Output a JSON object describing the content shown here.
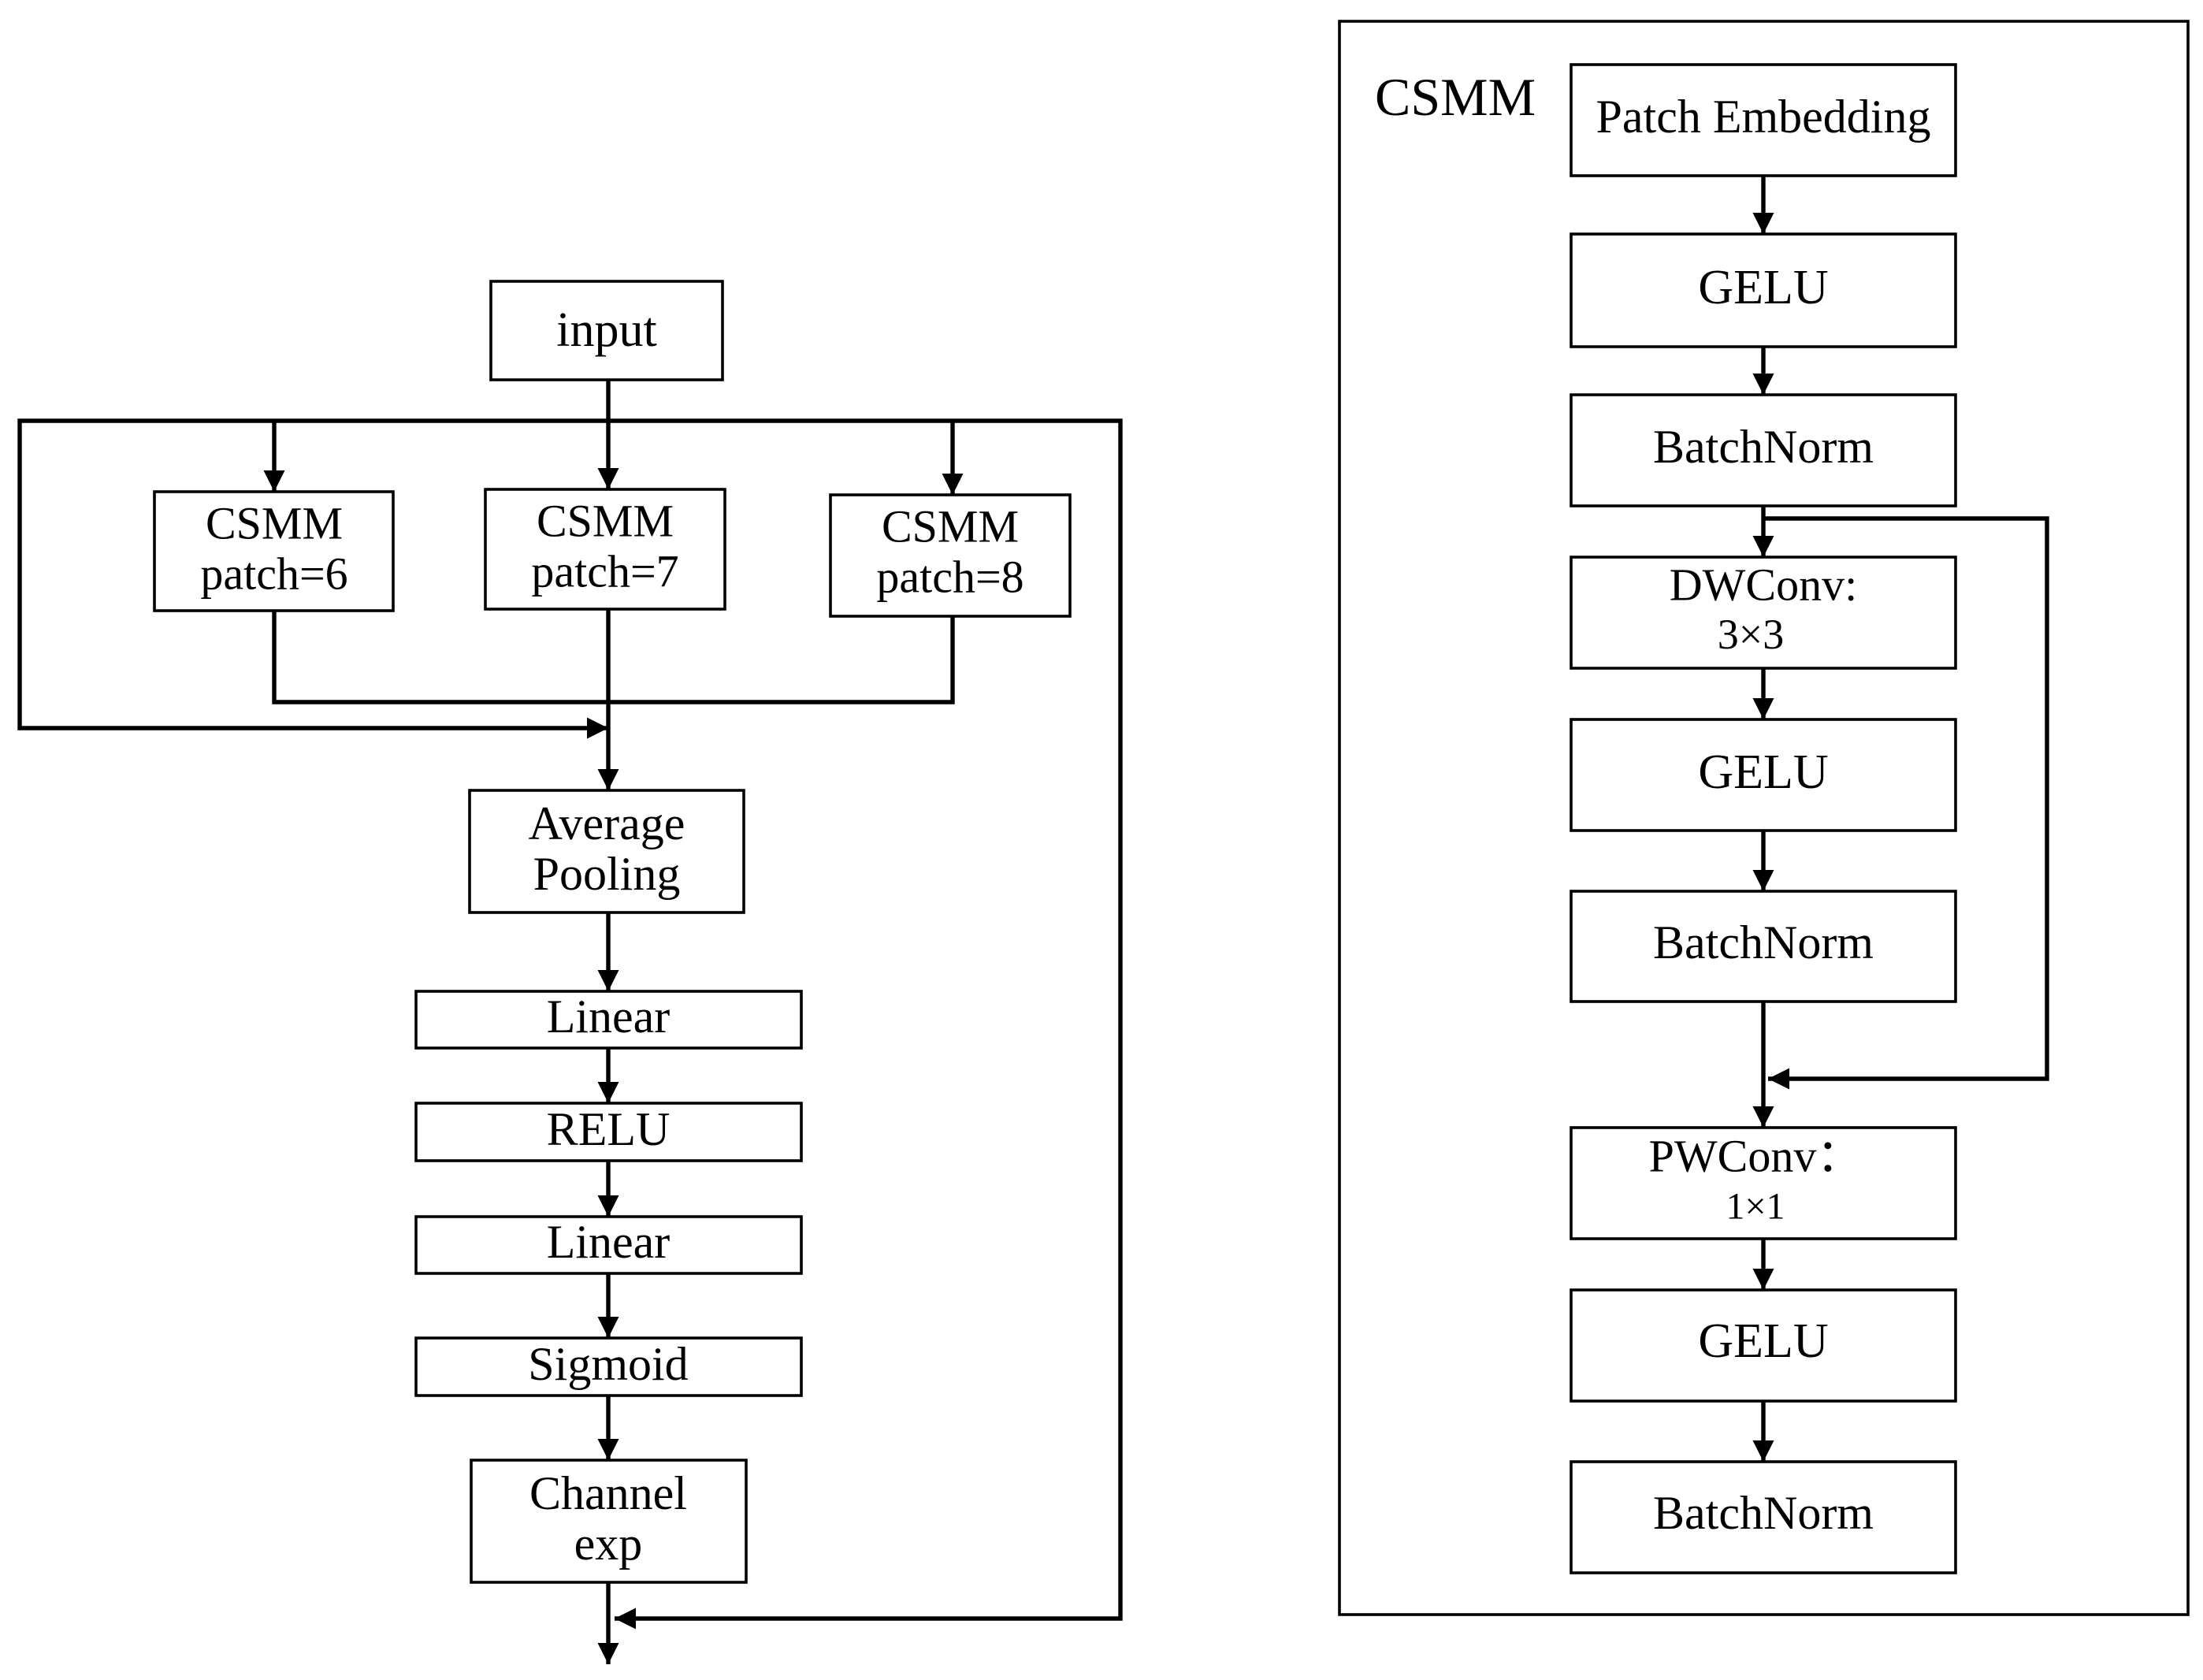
{
  "left_diagram": {
    "input": "input",
    "csmm_1": {
      "line1": "CSMM",
      "line2": "patch=6"
    },
    "csmm_2": {
      "line1": "CSMM",
      "line2": "patch=7"
    },
    "csmm_3": {
      "line1": "CSMM",
      "line2": "patch=8"
    },
    "avg_pool": {
      "line1": "Average",
      "line2": "Pooling"
    },
    "linear_1": "Linear",
    "relu": "RELU",
    "linear_2": "Linear",
    "sigmoid": "Sigmoid",
    "channel_exp": {
      "line1": "Channel",
      "line2": "exp"
    }
  },
  "right_diagram": {
    "title": "CSMM",
    "patch_embedding": "Patch Embedding",
    "gelu_1": "GELU",
    "batchnorm_1": "BatchNorm",
    "dwconv": {
      "line1": "DWConv:",
      "line2": "3×3"
    },
    "gelu_2": "GELU",
    "batchnorm_2": "BatchNorm",
    "pwconv": {
      "line1": "PWConv：",
      "line2": "1×1"
    },
    "gelu_3": "GELU",
    "batchnorm_3": "BatchNorm"
  }
}
